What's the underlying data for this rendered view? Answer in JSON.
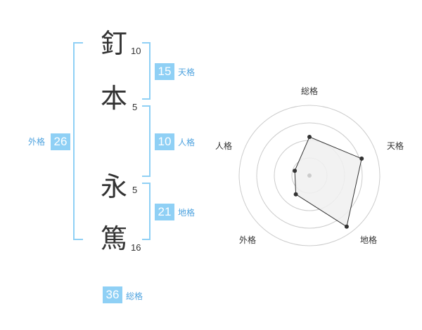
{
  "name": {
    "chars": [
      {
        "char": "釘",
        "strokes": "10"
      },
      {
        "char": "本",
        "strokes": "5"
      },
      {
        "char": "永",
        "strokes": "5"
      },
      {
        "char": "篤",
        "strokes": "16"
      }
    ]
  },
  "scores": {
    "tenkaku": {
      "label": "天格",
      "value": "15"
    },
    "jinkaku": {
      "label": "人格",
      "value": "10"
    },
    "chikaku": {
      "label": "地格",
      "value": "21"
    },
    "gaikaku": {
      "label": "外格",
      "value": "26"
    },
    "soukaku": {
      "label": "総格",
      "value": "36"
    }
  },
  "chart_data": {
    "type": "radar",
    "axes": [
      "総格",
      "天格",
      "地格",
      "外格",
      "人格"
    ],
    "values": [
      0.55,
      0.78,
      0.9,
      0.33,
      0.22
    ],
    "range": [
      0,
      1
    ],
    "rings": 4,
    "colors": {
      "fill": "#f0f0f0",
      "stroke": "#333333",
      "grid": "#cccccc",
      "center": "#cccccc"
    }
  }
}
